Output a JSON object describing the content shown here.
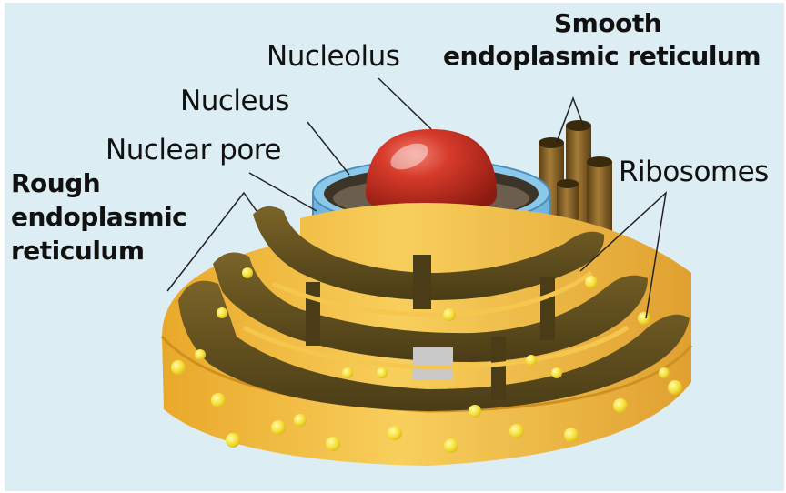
{
  "labels": {
    "nucleolus": "Nucleolus",
    "nucleus": "Nucleus",
    "nuclear_pore": "Nuclear pore",
    "ribosomes": "Ribosomes",
    "smooth_er_line1": "Smooth",
    "smooth_er_line2": "endoplasmic reticulum",
    "rough_er_line1": "Rough",
    "rough_er_line2": "endoplasmic",
    "rough_er_line3": "reticulum"
  },
  "colors": {
    "background": "#dcedf3",
    "membrane_outer": "#f5c74e",
    "membrane_lumen": "#5a4a1e",
    "ribosome": "#f7e24a",
    "nucleolus": "#c4281c",
    "nuclear_envelope": "#8cc8ea",
    "smooth_er": "#8a6a2a"
  }
}
